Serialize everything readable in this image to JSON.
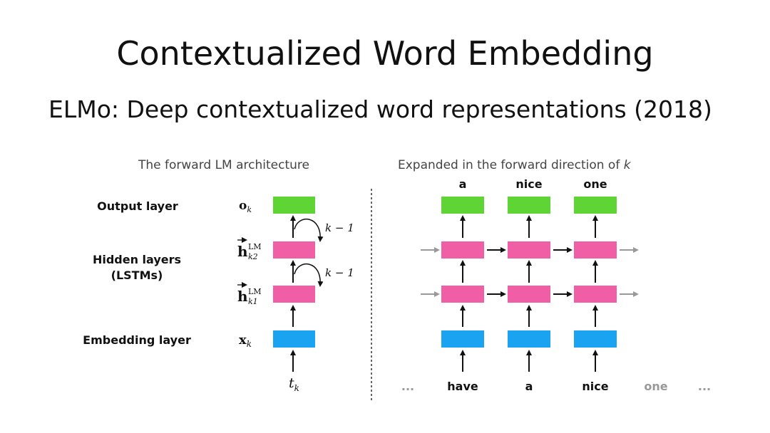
{
  "slide": {
    "title": "Contextualized Word Embedding",
    "subtitle": "ELMo: Deep contextualized word representations (2018)"
  },
  "left_diagram": {
    "caption": "The forward LM architecture",
    "layer_labels": {
      "output": "Output layer",
      "hidden_line1": "Hidden layers",
      "hidden_line2": "(LSTMs)",
      "embedding": "Embedding layer"
    },
    "symbols": {
      "output": "o",
      "output_sub": "k",
      "hidden": "h",
      "hidden_sup": "LM",
      "hidden2_sub": "k2",
      "hidden1_sub": "k1",
      "embedding": "x",
      "embedding_sub": "k",
      "token": "t",
      "token_sub": "k",
      "recurrence": "k − 1"
    }
  },
  "right_diagram": {
    "caption_prefix": "Expanded in the forward direction of ",
    "caption_var": "k",
    "output_words": [
      "a",
      "nice",
      "one"
    ],
    "input_words": [
      "...",
      "have",
      "a",
      "nice",
      "one",
      "..."
    ]
  },
  "colors": {
    "output": "#5fd535",
    "hidden": "#f05fa6",
    "embedding": "#1aa3f0",
    "faded": "#999999"
  }
}
